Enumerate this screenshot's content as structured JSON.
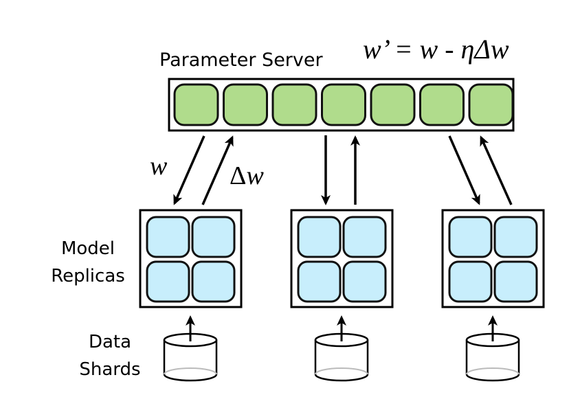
{
  "diagram": {
    "parameter_server": {
      "label": "Parameter Server",
      "update_rule": "w’ = w - ηΔw",
      "cell_count": 7,
      "cell_color": "#b0dc8c"
    },
    "model_replicas": {
      "label_line1": "Model",
      "label_line2": "Replicas",
      "count": 3,
      "cells_per_replica": 4,
      "cell_color": "#c8eefc"
    },
    "data_shards": {
      "label_line1": "Data",
      "label_line2": "Shards",
      "count": 3
    },
    "arrow_labels": {
      "down": "w",
      "up": "Δw"
    }
  }
}
